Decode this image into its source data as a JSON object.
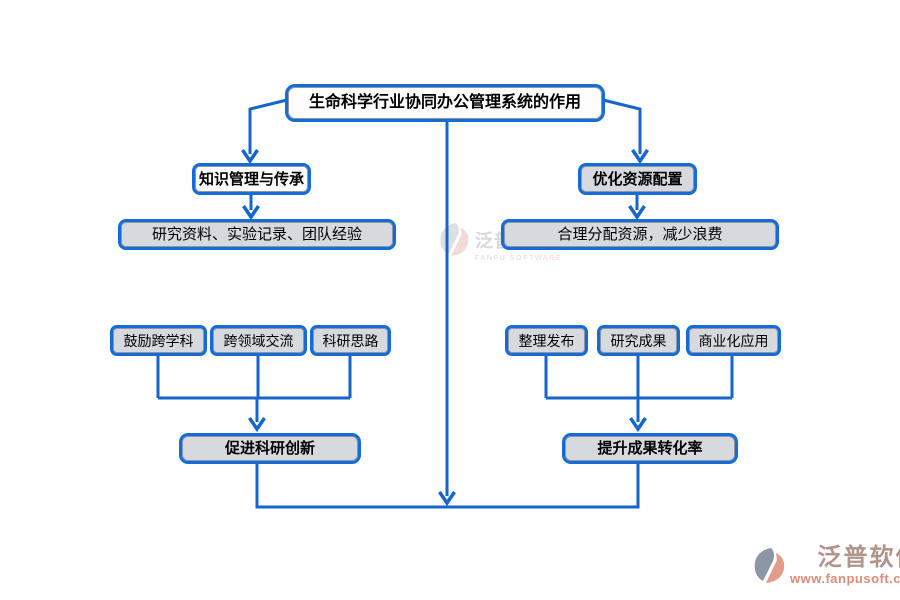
{
  "colors": {
    "line": "#1565cf",
    "box_border": "#156bd8",
    "box_fill_gray": "#d6d9de",
    "box_fill_white": "#fdfdfe",
    "logo_gray": "#8d96a5",
    "logo_salmon": "#e29c89",
    "watermark_gray": "#dcdfe3",
    "watermark_salmon": "#f0dcd4"
  },
  "diagram": {
    "root": {
      "label": "生命科学行业协同办公管理系统的作用"
    },
    "left_branch": {
      "level1": "知识管理与传承",
      "level2": "研究资料、实验记录、团队经验",
      "sub_items": [
        "鼓励跨学科",
        "跨领域交流",
        "科研思路"
      ],
      "outcome": "促进科研创新"
    },
    "right_branch": {
      "level1": "优化资源配置",
      "level2": "合理分配资源，减少浪费",
      "sub_items": [
        "整理发布",
        "研究成果",
        "商业化应用"
      ],
      "outcome": "提升成果转化率"
    }
  },
  "watermark": {
    "name": "泛普软件",
    "subtitle": "FANPU SOFTWARE"
  },
  "footer_logo": {
    "name": "泛普软件",
    "url": "www.fanpusoft.com"
  }
}
